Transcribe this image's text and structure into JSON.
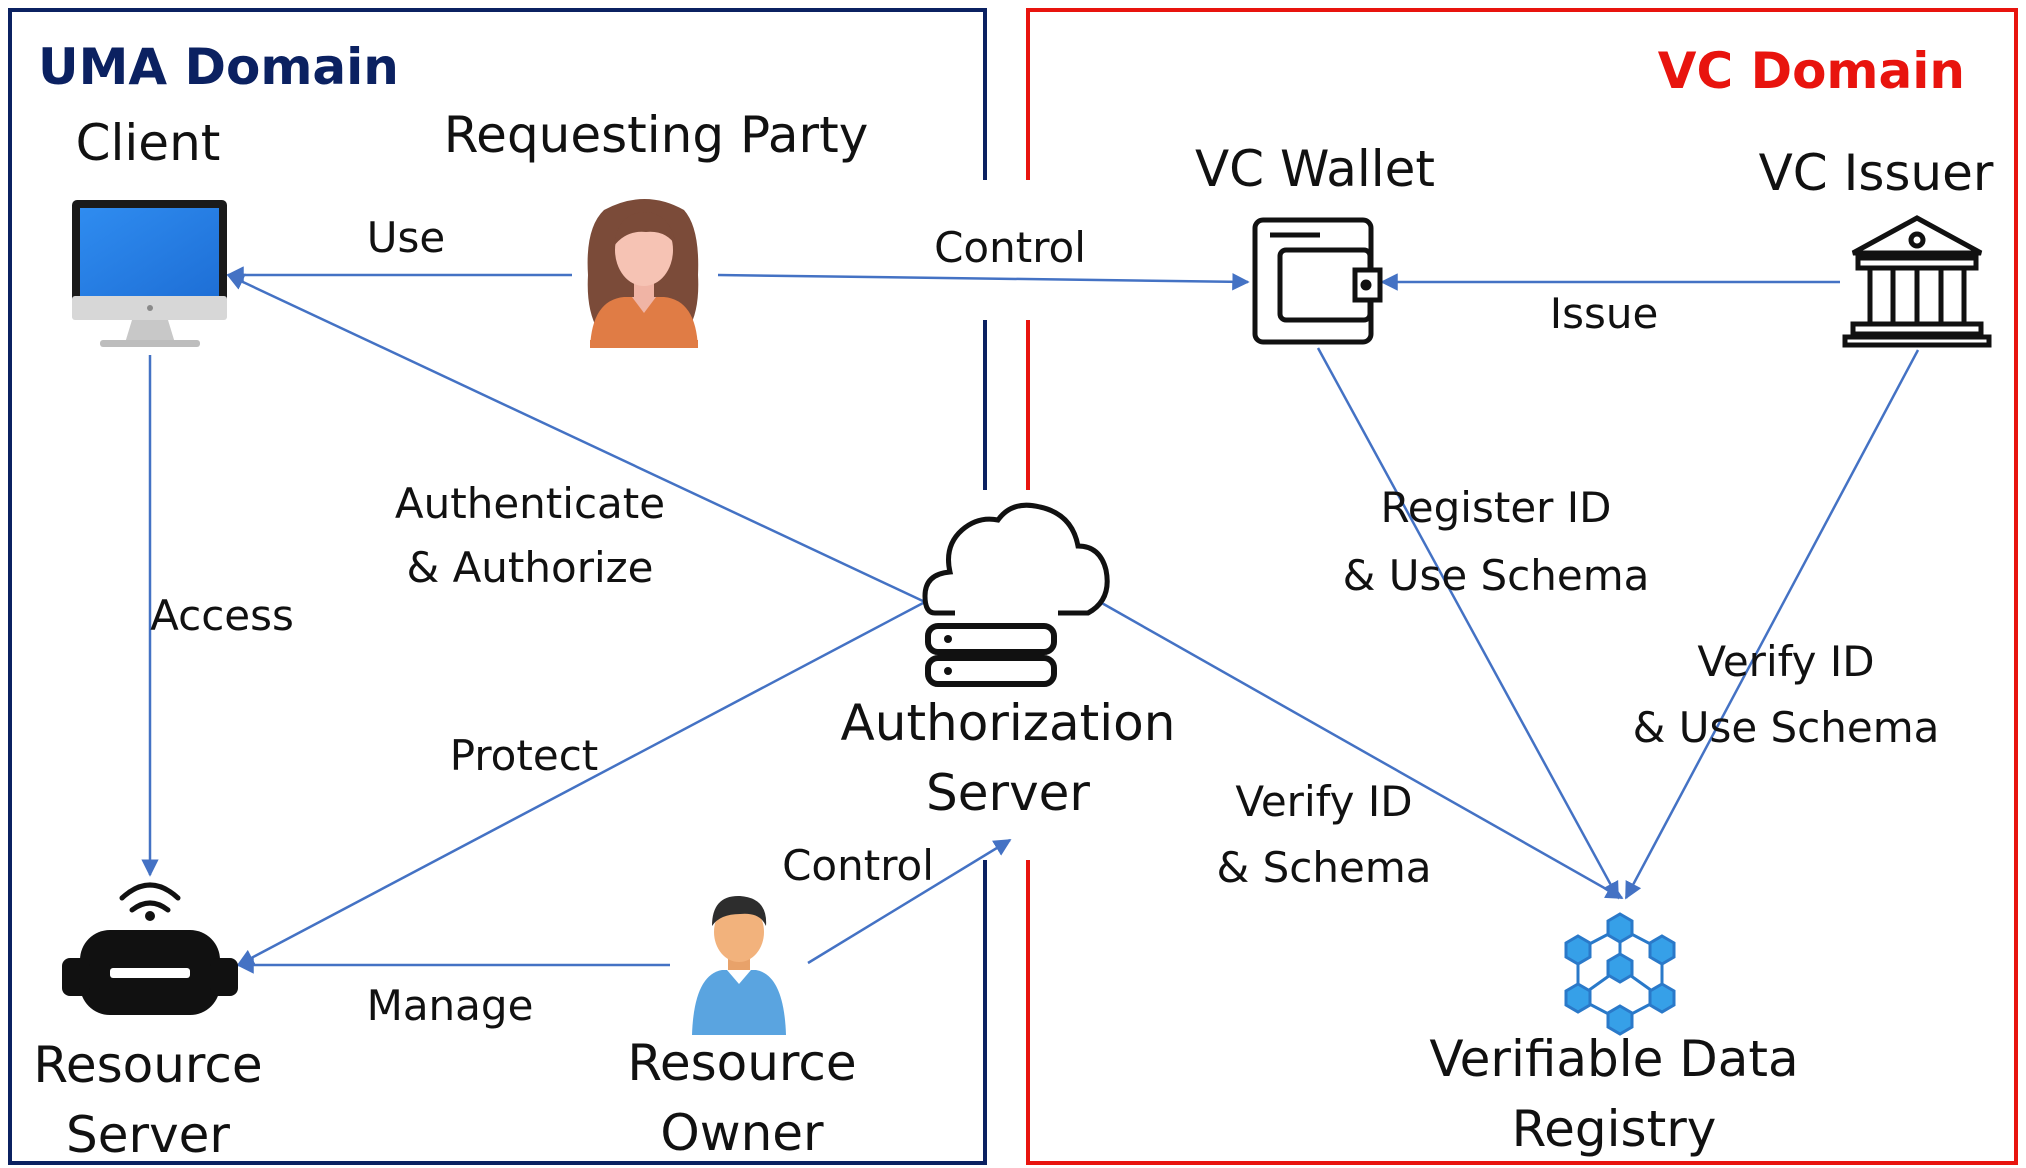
{
  "domains": {
    "uma": {
      "title": "UMA Domain",
      "color": "#0b2161"
    },
    "vc": {
      "title": "VC Domain",
      "color": "#e8140e"
    }
  },
  "nodes": {
    "client": "Client",
    "requesting_party": "Requesting Party",
    "vc_wallet": "VC Wallet",
    "vc_issuer": "VC Issuer",
    "authorization_server": [
      "Authorization",
      "Server"
    ],
    "resource_server": [
      "Resource",
      "Server"
    ],
    "resource_owner": [
      "Resource",
      "Owner"
    ],
    "registry": [
      "Verifiable Data",
      "Registry"
    ]
  },
  "edges": {
    "use": "Use",
    "control_top": "Control",
    "issue": "Issue",
    "authenticate": [
      "Authenticate",
      "& Authorize"
    ],
    "access": "Access",
    "register": [
      "Register ID",
      "& Use Schema"
    ],
    "verify_issuer": [
      "Verify ID",
      "& Use Schema"
    ],
    "protect": "Protect",
    "control_bottom": "Control",
    "verify_as": [
      "Verify ID",
      "& Schema"
    ],
    "manage": "Manage"
  },
  "colors": {
    "arrow": "#4472c4",
    "icon_dark": "#111111"
  }
}
